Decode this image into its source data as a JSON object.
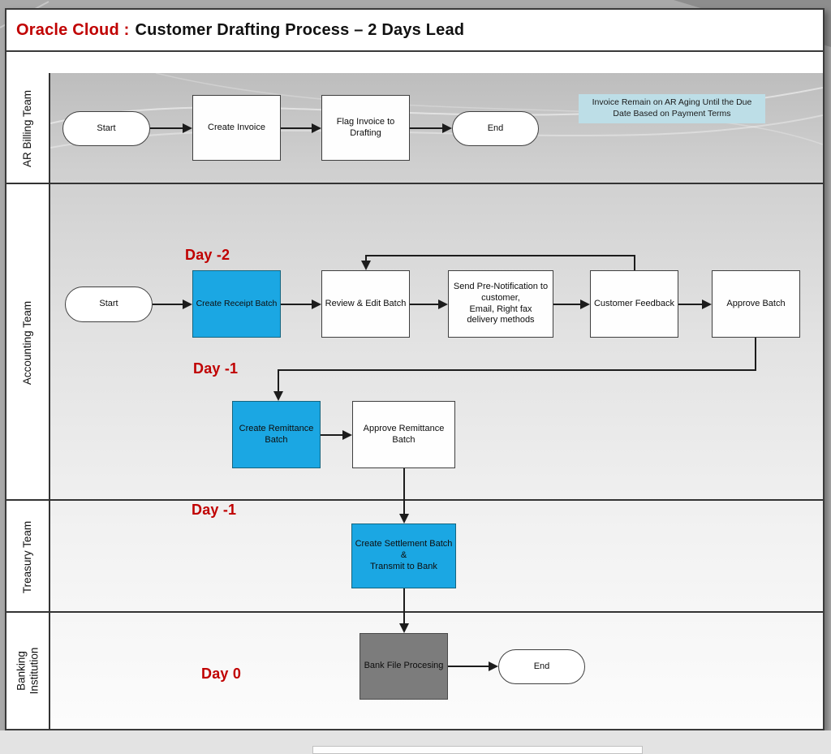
{
  "title": {
    "prefix": "Oracle Cloud :",
    "text": "Customer Drafting Process – 2 Days Lead"
  },
  "lanes": [
    {
      "label": "AR Billing Team"
    },
    {
      "label": "Accounting Team"
    },
    {
      "label": "Treasury Team"
    },
    {
      "label": "Banking\nInstitution"
    }
  ],
  "annotations": {
    "note": "Invoice Remain on AR Aging Until the Due Date Based on Payment Terms",
    "day_minus_2": "Day -2",
    "day_minus_1_accounting": "Day -1",
    "day_minus_1_treasury": "Day -1",
    "day_0": "Day 0"
  },
  "nodes": {
    "billing_start": "Start",
    "create_invoice": "Create Invoice",
    "flag_invoice": "Flag Invoice to\nDrafting",
    "billing_end": "End",
    "accounting_start": "Start",
    "create_receipt_batch": "Create Receipt Batch",
    "review_edit_batch": "Review & Edit Batch",
    "send_pre_notification": "Send Pre-Notification to\ncustomer,\nEmail, Right fax\ndelivery methods",
    "customer_feedback": "Customer Feedback",
    "approve_batch": "Approve Batch",
    "create_remittance_batch": "Create Remittance\nBatch",
    "approve_remittance_batch": "Approve Remittance\nBatch",
    "create_settlement_batch": "Create Settlement Batch\n&\nTransmit to Bank",
    "bank_file_processing": "Bank File Procesing",
    "banking_end": "End"
  },
  "colors": {
    "highlight_blue": "#1ba7e3",
    "process_gray": "#7c7c7c",
    "note_blue": "#bddee7",
    "title_red": "#c00000",
    "day_label_red": "#c00000"
  }
}
